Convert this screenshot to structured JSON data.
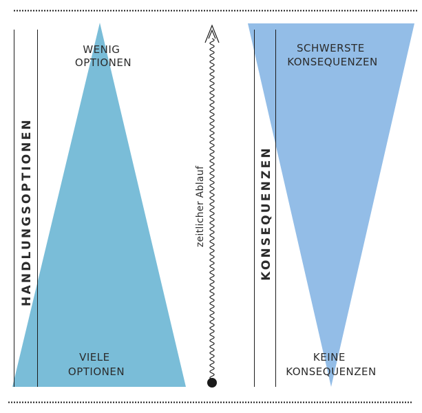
{
  "left": {
    "axis_label": "HANDLUNGSOPTIONEN",
    "top_label": [
      "WENIG",
      "OPTIONEN"
    ],
    "bottom_label": [
      "VIELE",
      "OPTIONEN"
    ]
  },
  "middle": {
    "axis_label": "zeitlicher Ablauf"
  },
  "right": {
    "axis_label": "KONSEQUENZEN",
    "top_label": [
      "SCHWERSTE",
      "KONSEQUENZEN"
    ],
    "bottom_label": [
      "KEINE",
      "KONSEQUENZEN"
    ]
  },
  "colors": {
    "left_triangle": "#7abdd8",
    "right_triangle": "#93bde7",
    "lines": "#1a1a1a",
    "text": "#2b2b2b"
  }
}
